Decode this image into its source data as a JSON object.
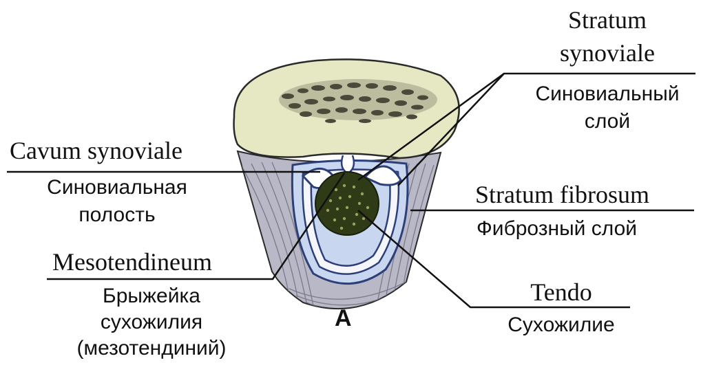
{
  "labels": {
    "stratum_synoviale": {
      "latin_line1": "Stratum",
      "latin_line2": "synoviale",
      "russian_line1": "Синовиальный",
      "russian_line2": "слой"
    },
    "cavum_synoviale": {
      "latin": "Cavum synoviale",
      "russian_line1": "Синовиальная",
      "russian_line2": "полость"
    },
    "stratum_fibrosum": {
      "latin": "Stratum fibrosum",
      "russian": "Фиброзный слой"
    },
    "mesotendineum": {
      "latin": "Mesotendineum",
      "russian_line1": "Брыжейка",
      "russian_line2": "сухожилия",
      "russian_line3": "(мезотендиний)"
    },
    "tendo": {
      "latin": "Tendo",
      "russian": "Сухожилие"
    },
    "panel_letter": "A"
  },
  "colors": {
    "bone_fill": "#e6e8c4",
    "bone_pores": "#4a4a3a",
    "fibrous_sheath": "#b9b8c6",
    "synovial_band": "#c9d6f0",
    "synovial_outline": "#2c3f78",
    "tendon": "#2f3a16",
    "leader_line": "#111111"
  }
}
